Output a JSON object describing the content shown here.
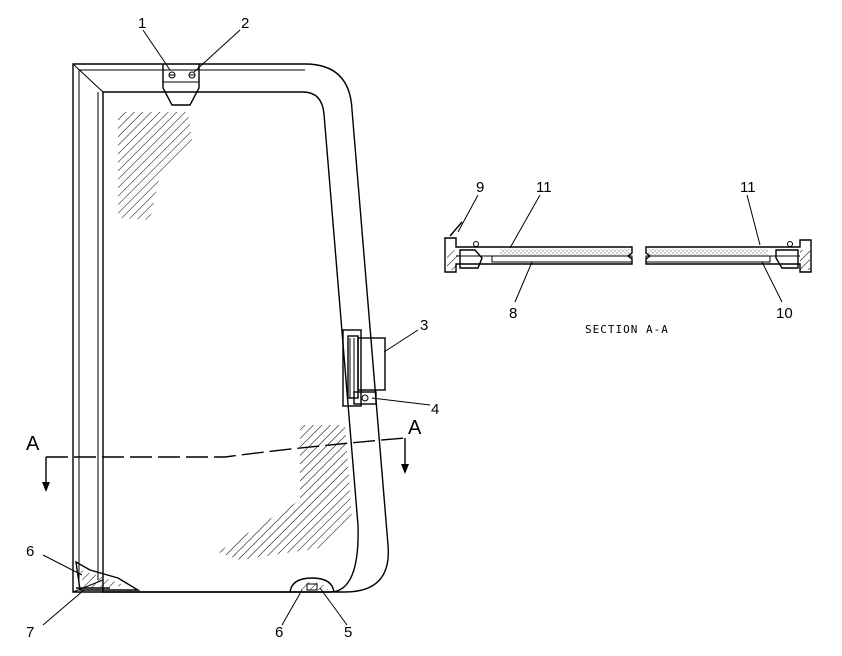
{
  "title": "",
  "callouts": {
    "n1": "1",
    "n2": "2",
    "n3": "3",
    "n4": "4",
    "n5": "5",
    "n6a": "6",
    "n6b": "6",
    "n7": "7",
    "n8": "8",
    "n9": "9",
    "n10": "10",
    "n11a": "11",
    "n11b": "11"
  },
  "section": {
    "letter_left": "A",
    "letter_right": "A",
    "caption": "SECTION A-A"
  }
}
